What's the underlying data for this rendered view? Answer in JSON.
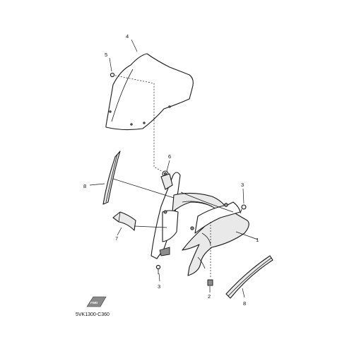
{
  "callouts": {
    "p1": "1",
    "p2": "2",
    "p3_top": "3",
    "p3_bottom": "3",
    "p4": "4",
    "p5": "5",
    "p6": "6",
    "p7": "7",
    "p8_left": "8",
    "p8_right": "8"
  },
  "fwd_badge": "FWD",
  "diagram_code": "5VK1300-C360"
}
